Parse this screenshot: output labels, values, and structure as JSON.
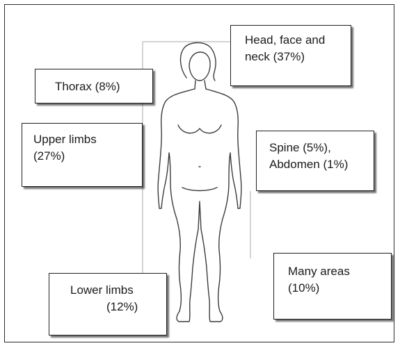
{
  "labels": {
    "head": {
      "line1": "Head, face and",
      "line2": "neck (37%)"
    },
    "thorax": {
      "line1": "Thorax (8%)"
    },
    "upper_limbs": {
      "line1": "Upper limbs",
      "line2": "(27%)"
    },
    "spine": {
      "line1": "Spine (5%),",
      "line2": "Abdomen (1%)"
    },
    "lower_limbs": {
      "line1": "Lower limbs",
      "line2": "(12%)"
    },
    "many": {
      "line1": "Many areas",
      "line2": "(10%)"
    }
  },
  "colors": {
    "outline": "#3a3a3a",
    "guide": "#a9a9a9",
    "box_border": "#1f1f1f"
  }
}
